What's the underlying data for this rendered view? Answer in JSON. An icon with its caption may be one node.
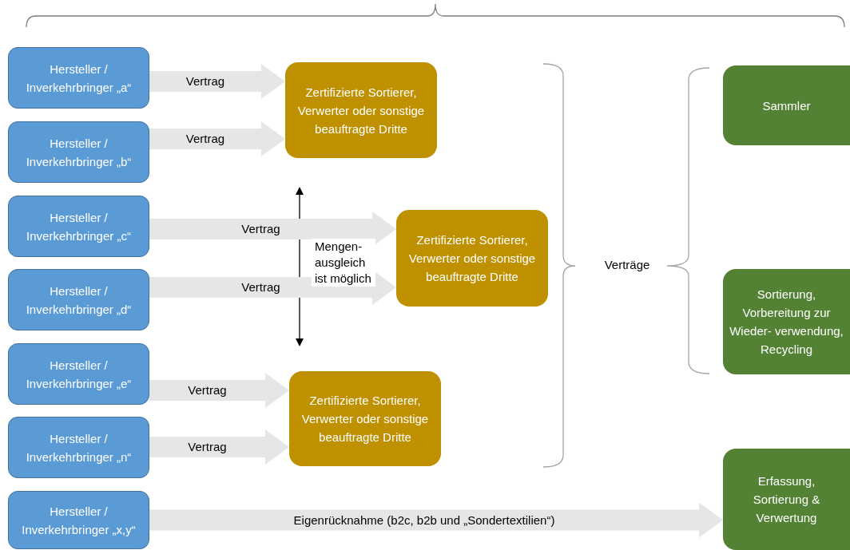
{
  "diagram": {
    "nodes": [
      {
        "text": [
          "Hersteller / Inverkehrbringer „a“"
        ]
      },
      {
        "text": [
          "Hersteller / Inverkehrbringer „b“"
        ]
      },
      {
        "text": [
          "Hersteller / Inverkehrbringer „c“"
        ]
      },
      {
        "text": [
          "Hersteller / Inverkehrbringer „d“"
        ]
      },
      {
        "text": [
          "Hersteller / Inverkehrbringer „e“"
        ]
      },
      {
        "text": [
          "Hersteller / Inverkehrbringer „n“"
        ]
      },
      {
        "text": [
          "Hersteller / Inverkehrbringer „x,y“"
        ]
      },
      {
        "text": [
          "Zertifizierte Sortierer, Verwerter oder sonstige beauftragte Dritte"
        ]
      },
      {
        "text": [
          "Zertifizierte Sortierer, Verwerter oder sonstige beauftragte Dritte"
        ]
      },
      {
        "text": [
          "Zertifizierte Sortierer, Verwerter oder sonstige beauftragte Dritte"
        ]
      },
      {
        "text": [
          "Sammler"
        ]
      },
      {
        "text": [
          "Sortierung, Vorbereitung zur Wieder- verwendung, Recycling"
        ]
      },
      {
        "text": [
          "Erfassung, Sortierung & Verwertung"
        ]
      }
    ],
    "edges": [
      {
        "from": 0,
        "to": 7,
        "arrow": "to",
        "label": "Vertrag"
      },
      {
        "from": 1,
        "to": 7,
        "arrow": "to",
        "label": "Vertrag"
      },
      {
        "from": 2,
        "to": 8,
        "arrow": "to",
        "label": "Vertrag"
      },
      {
        "from": 3,
        "to": 8,
        "arrow": "to",
        "label": "Vertrag"
      },
      {
        "from": 4,
        "to": 9,
        "arrow": "to",
        "label": "Vertrag"
      },
      {
        "from": 5,
        "to": 9,
        "arrow": "to",
        "label": "Vertrag"
      },
      {
        "from": 6,
        "to": 12,
        "arrow": "to",
        "label": "Eigenrücknahme (b2c, b2b und „Sondertextilien“)"
      }
    ],
    "labels": [
      "Mengen- ausgleich ist möglich",
      "Verträge"
    ]
  }
}
